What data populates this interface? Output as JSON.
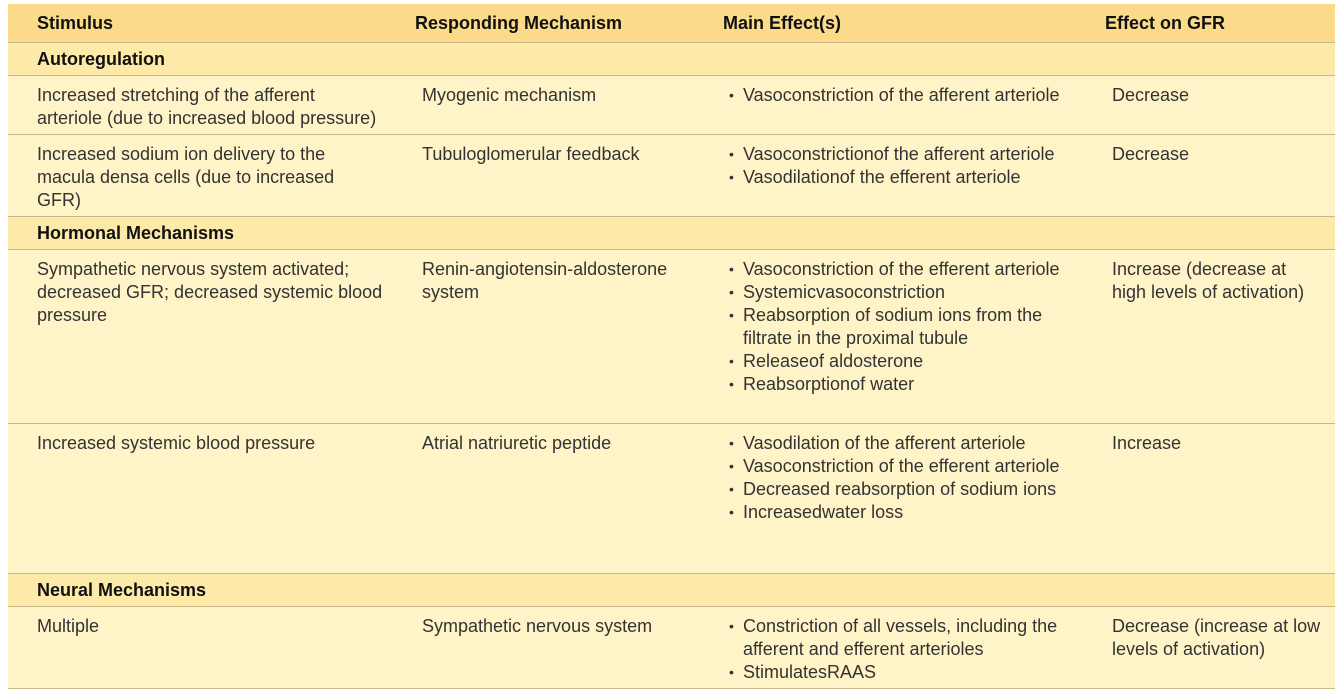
{
  "headers": [
    "Stimulus",
    "Responding Mechanism",
    "Main Effect(s)",
    "Effect on GFR"
  ],
  "sections": [
    {
      "title": "Autoregulation",
      "rows": [
        {
          "stimulus": "Increased stretching of the afferent arteriole (due to increased blood pressure)",
          "mechanism": "Myogenic mechanism",
          "effects": [
            "Vasoconstriction of the afferent arteriole"
          ],
          "gfr": "Decrease"
        },
        {
          "stimulus": "Increased sodium ion delivery to the macula densa cells (due to increased GFR)",
          "mechanism": "Tubuloglomerular feedback",
          "effects": [
            "Vasoconstrictionof the afferent arteriole",
            "Vasodilationof the efferent arteriole"
          ],
          "gfr": "Decrease"
        }
      ]
    },
    {
      "title": "Hormonal Mechanisms",
      "rows": [
        {
          "stimulus": "Sympathetic nervous system activated; decreased GFR; decreased systemic blood pressure",
          "mechanism": "Renin-angiotensin-aldosterone system",
          "effects": [
            "Vasoconstriction of the efferent arteriole",
            "Systemicvasoconstriction",
            "Reabsorption of sodium ions from the filtrate in the proximal tubule",
            "Releaseof aldosterone",
            "Reabsorptionof water"
          ],
          "gfr": "Increase (decrease at high levels of activation)"
        },
        {
          "stimulus": "Increased systemic blood pressure",
          "mechanism": "Atrial natriuretic peptide",
          "effects": [
            "Vasodilation of the afferent arteriole",
            "Vasoconstriction of the efferent arteriole",
            "Decreased reabsorption of sodium ions",
            "Increasedwater loss"
          ],
          "gfr": "Increase"
        }
      ]
    },
    {
      "title": "Neural Mechanisms",
      "rows": [
        {
          "stimulus": "Multiple",
          "mechanism": "Sympathetic nervous system",
          "effects": [
            "Constriction of all vessels, including the afferent and efferent arterioles",
            "StimulatesRAAS"
          ],
          "gfr": "Decrease (increase at low levels of activation)"
        }
      ]
    }
  ]
}
